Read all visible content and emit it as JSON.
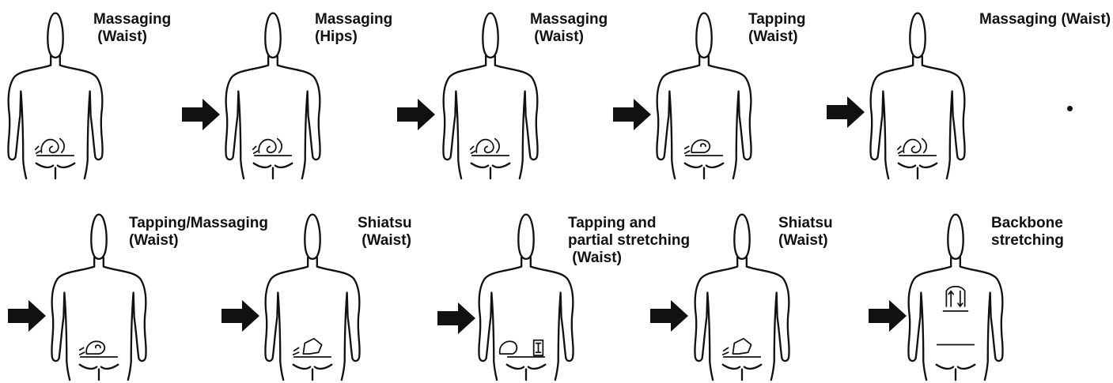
{
  "steps": [
    {
      "label_lines": [
        "Massaging",
        " (Waist)"
      ],
      "icon": "massaging-icon"
    },
    {
      "label_lines": [
        "Massaging",
        "(Hips)"
      ],
      "icon": "massaging-icon"
    },
    {
      "label_lines": [
        "Massaging",
        " (Waist)"
      ],
      "icon": "massaging-icon"
    },
    {
      "label_lines": [
        "Tapping",
        "(Waist)"
      ],
      "icon": "tapping-icon"
    },
    {
      "label_lines": [
        "Massaging (Waist)"
      ],
      "icon": "massaging-icon"
    },
    {
      "label_lines": [
        "Tapping/Massaging",
        "(Waist)"
      ],
      "icon": "tapping-icon"
    },
    {
      "label_lines": [
        "Shiatsu",
        " (Waist)"
      ],
      "icon": "shiatsu-icon"
    },
    {
      "label_lines": [
        "Tapping and",
        "partial stretching",
        " (Waist)"
      ],
      "icon": "tapping-stretching-icon"
    },
    {
      "label_lines": [
        "Shiatsu",
        "(Waist)"
      ],
      "icon": "shiatsu-icon"
    },
    {
      "label_lines": [
        "Backbone",
        "stretching"
      ],
      "icon": "backbone-stretching-icon"
    }
  ],
  "arrow_icon": "right-arrow-icon",
  "colors": {
    "ink": "#111111",
    "background": "#ffffff"
  }
}
